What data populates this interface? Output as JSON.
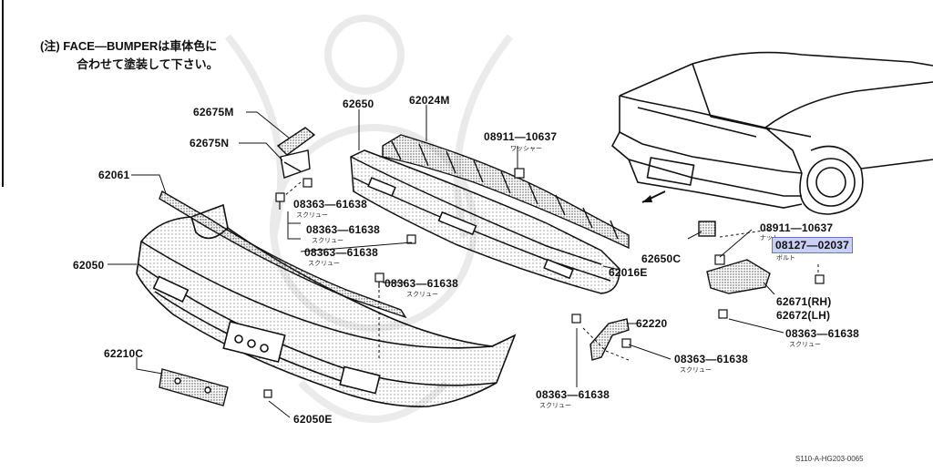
{
  "note": {
    "line1": "(注) FACE—BUMPERは車体色に",
    "line2": "合わせて塗装して下さい。"
  },
  "labels": {
    "p62675M": "62675M",
    "p62675N": "62675N",
    "p62650": "62650",
    "p62024M": "62024M",
    "p08911_a": "08911—10637",
    "sub_washer": "ワッシャー",
    "p62061": "62061",
    "p08363_1": "08363—61638",
    "sub_1": "スクリュー",
    "p08363_2": "08363—61638",
    "sub_2": "スクリュー",
    "p08363_3": "08363—61638",
    "sub_3": "スクリュー",
    "p62050": "62050",
    "p08363_4": "08363—61638",
    "sub_4": "スクリュー",
    "p62650C": "62650C",
    "p62016E": "62016E",
    "p08911_b": "08911—10637",
    "sub_nut": "ナット",
    "p08127": "08127—02037",
    "sub_bolt": "ボルト",
    "p62671": "62671(RH)",
    "p62672": "62672(LH)",
    "p08363_5": "08363—61638",
    "sub_5": "スクリュー",
    "p62220": "62220",
    "p08363_6": "08363—61638",
    "sub_6": "スクリュー",
    "p62210C": "62210C",
    "p08363_7": "08363—61638",
    "sub_7": "スクリュー",
    "p62050E": "62050E"
  },
  "diagram_code": "S110-A-HG203-0065",
  "highlight_color": "#c9cff5"
}
